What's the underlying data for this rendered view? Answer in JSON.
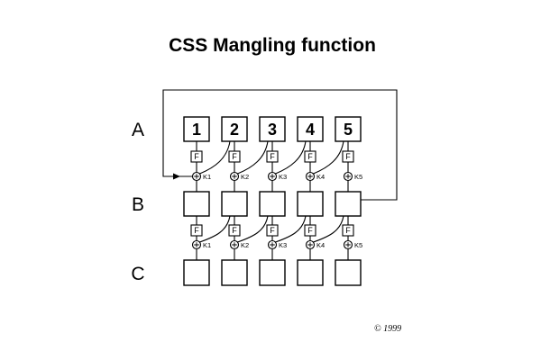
{
  "title": "CSS Mangling function",
  "diagram": {
    "row_labels": [
      "A",
      "B",
      "C"
    ],
    "input_labels": [
      "1",
      "2",
      "3",
      "4",
      "5"
    ],
    "function_label": "F",
    "key_labels": [
      "K1",
      "K2",
      "K3",
      "K4",
      "K5"
    ]
  },
  "copyright": "© 1999",
  "colors": {
    "ink": "#000000",
    "background": "#ffffff"
  }
}
